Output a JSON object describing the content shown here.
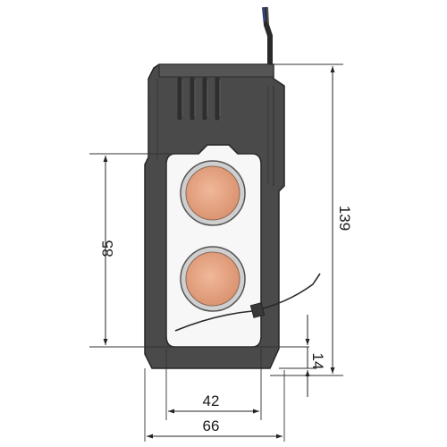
{
  "dimensions": {
    "overall_height": "139",
    "window_height": "85",
    "base_offset": "14",
    "window_width": "42",
    "overall_width": "66"
  }
}
